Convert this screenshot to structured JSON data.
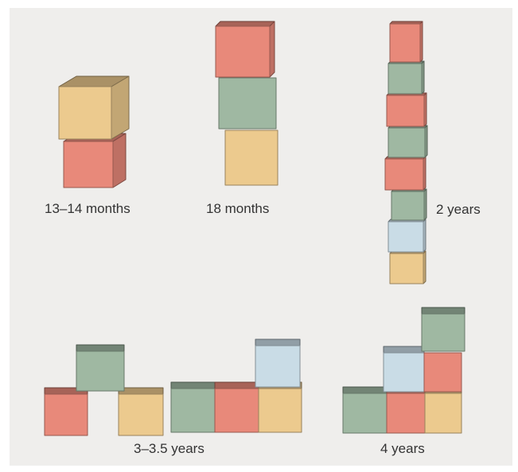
{
  "labels": {
    "stage1": "13–14 months",
    "stage2": "18 months",
    "stage3": "2 years",
    "stage4": "3–3.5 years",
    "stage5": "4 years"
  },
  "colors": {
    "background": "#efeeec",
    "red_block": "#e8897a",
    "yellow_block": "#ecca8e",
    "green_block": "#9fb8a2",
    "blue_block": "#c9dce6",
    "label_text": "#333333"
  }
}
